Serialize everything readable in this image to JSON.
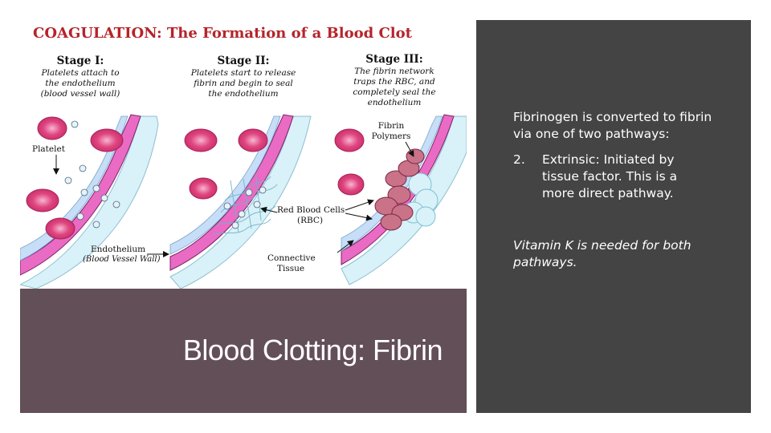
{
  "figure": {
    "title": "COAGULATION: The Formation of a Blood Clot",
    "stages": [
      {
        "heading": "Stage I:",
        "lines": [
          "Platelets attach to",
          "the endothelium",
          "(blood vessel wall)"
        ]
      },
      {
        "heading": "Stage II:",
        "lines": [
          "Platelets start to release",
          "fibrin and begin to seal",
          "the endothelium"
        ]
      },
      {
        "heading": "Stage III:",
        "lines": [
          "The fibrin network",
          "traps the RBC, and",
          "completely seal the",
          "endothelium"
        ]
      }
    ],
    "labels": {
      "platelet": "Platelet",
      "endothelium": "Endothelium",
      "endothelium_sub": "(Blood Vessel Wall)",
      "fibrin_1": "Fibrin",
      "fibrin_2": "Polymers",
      "rbc_1": "Red Blood Cells",
      "rbc_2": "(RBC)",
      "connective_1": "Connective",
      "connective_2": "Tissue"
    }
  },
  "slide": {
    "title": "Blood Clotting: Fibrin"
  },
  "panel": {
    "intro": "Fibrinogen is converted to fibrin via one of two pathways:",
    "list_number": "2.",
    "list_text": "Extrinsic: Initiated by tissue factor. This is a more direct pathway.",
    "note": "Vitamin K is needed for both pathways."
  },
  "colors": {
    "title_red": "#b5242a",
    "rbc": "#e0457f",
    "vessel_wall": "#e96bc4",
    "tissue": "#d9f1f8",
    "title_box": "#634f57",
    "panel_bg": "#444444"
  }
}
